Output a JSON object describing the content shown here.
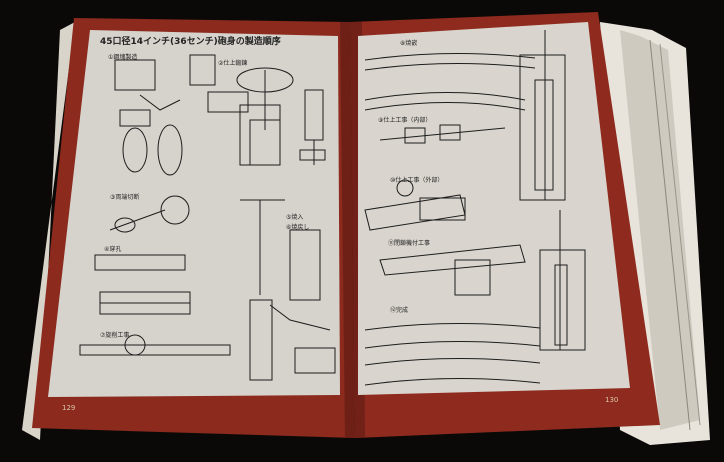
{
  "book": {
    "left_page": {
      "heading": "45口径14インチ(36センチ)砲身の製造順序",
      "step_labels": [
        "①鋼塊製造",
        "②仕上鍛錬",
        "③両端切断",
        "④穿孔",
        "⑤焼入",
        "⑥焼戻し",
        "⑦旋削工事"
      ],
      "page_number": "129"
    },
    "right_page": {
      "step_labels": [
        "⑧焼嵌",
        "⑨仕上工事（内部）",
        "⑩仕上工事（外部）",
        "⑪閉鎖機付工事",
        "⑫完成"
      ],
      "page_number": "130"
    }
  }
}
